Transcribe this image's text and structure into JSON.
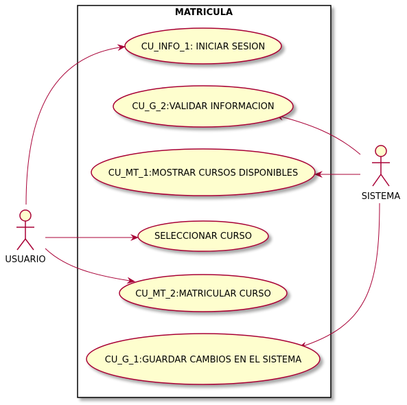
{
  "system_boundary": {
    "title": "MATRICULA"
  },
  "actors": {
    "usuario": {
      "label": "USUARIO"
    },
    "sistema": {
      "label": "SISTEMA"
    }
  },
  "use_cases": {
    "iniciar_sesion": "CU_INFO_1: INICIAR SESION",
    "validar_informacion": "CU_G_2:VALIDAR INFORMACION",
    "mostrar_cursos": "CU_MT_1:MOSTRAR CURSOS DISPONIBLES",
    "seleccionar_curso": "SELECCIONAR CURSO",
    "matricular_curso": "CU_MT_2:MATRICULAR CURSO",
    "guardar_cambios": "CU_G_1:GUARDAR CAMBIOS EN EL SISTEMA"
  },
  "colors": {
    "use_case_fill": "#FEFECE",
    "line": "#A80036",
    "boundary": "#000000"
  }
}
